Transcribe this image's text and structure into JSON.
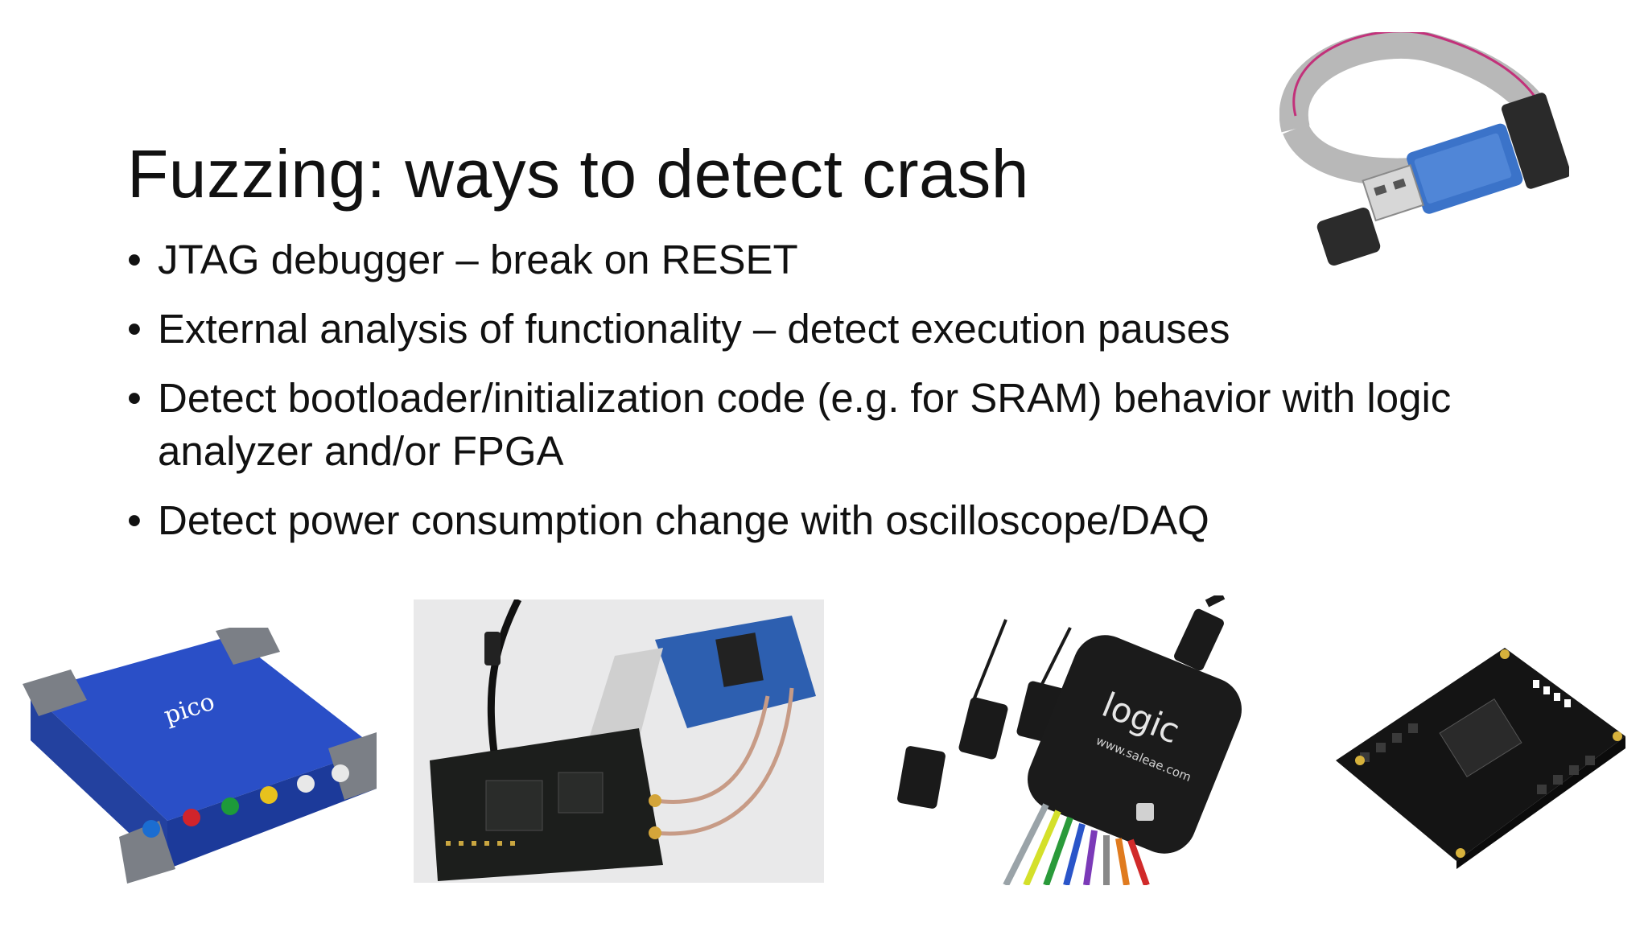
{
  "slide": {
    "title": "Fuzzing: ways to detect crash",
    "bullets": [
      "JTAG debugger – break on RESET",
      "External analysis of functionality – detect execution pauses",
      "Detect bootloader/initialization code (e.g. for SRAM) behavior with logic analyzer and/or FPGA",
      "Detect power consumption change with oscilloscope/DAQ"
    ]
  },
  "images": {
    "oscilloscope_brand": "pico",
    "logic_analyzer_label": "logic",
    "logic_analyzer_url": "www.saleae.com",
    "logic_analyzer_port": "1"
  },
  "colors": {
    "title_text": "#111111",
    "scope_blue": "#2a4fc7",
    "usb_blue": "#3b73c9",
    "pcb_dark": "#1c1e1c",
    "pcb_blue": "#2d5fb0"
  }
}
